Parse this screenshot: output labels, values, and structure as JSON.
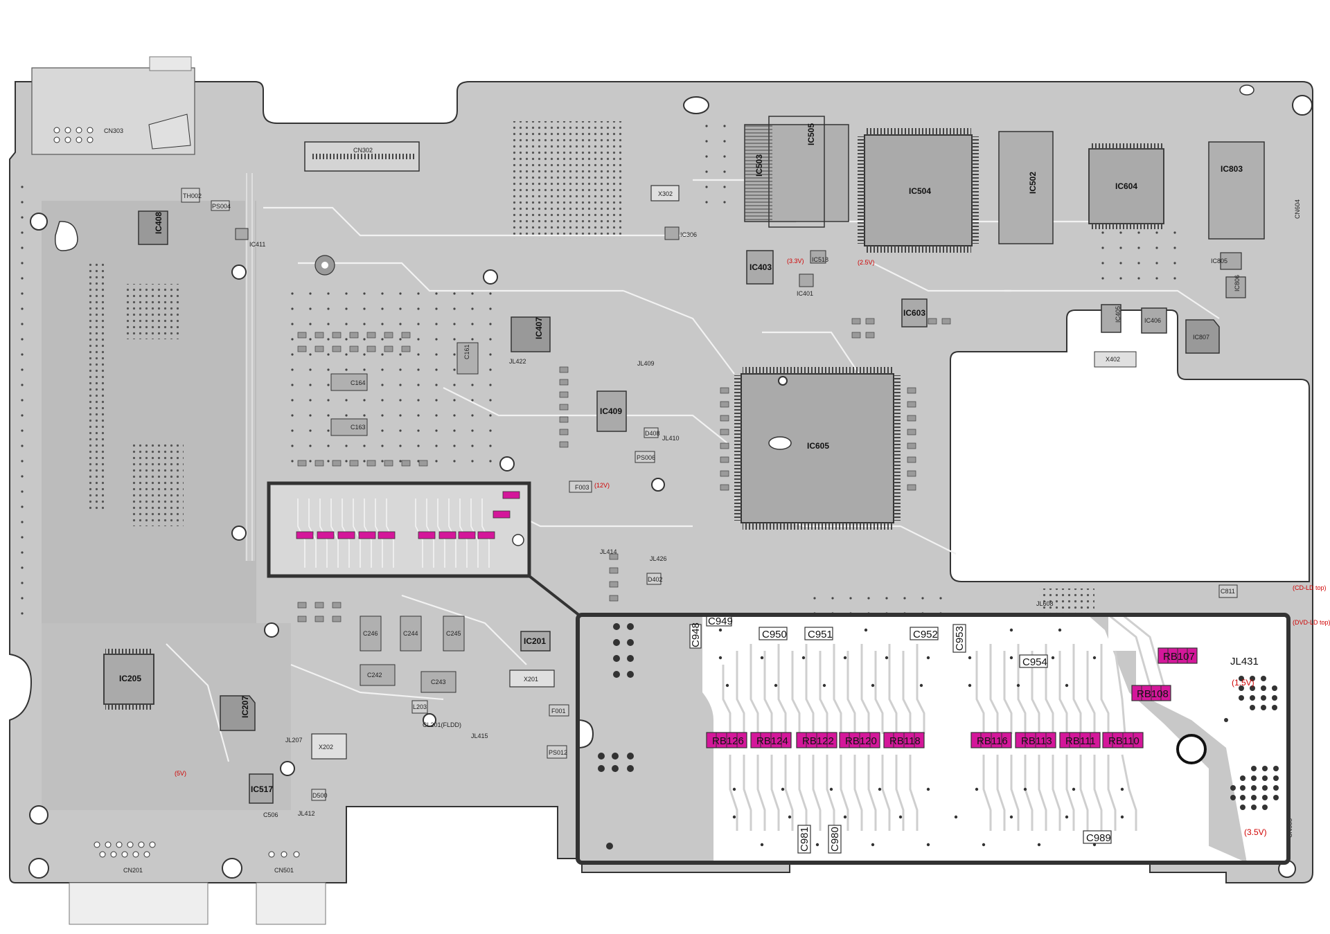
{
  "colors": {
    "board": "#c8c8c8",
    "board_dark": "#9c9c9c",
    "trace": "#f4f4f4",
    "outline": "#333333",
    "highlight": "#d4179a",
    "voltage": "#d00000",
    "zoom_bg": "#ffffff",
    "zoom_frame": "#333333"
  },
  "main_labels": {
    "connectors": [
      "CN303",
      "CN302",
      "CN201",
      "CN501",
      "CN603",
      "CN604"
    ],
    "ics": [
      "IC408",
      "IC411",
      "IC407",
      "IC409",
      "IC403",
      "IC401",
      "IC503",
      "IC505",
      "IC504",
      "IC502",
      "IC604",
      "IC803",
      "IC805",
      "IC806",
      "IC603",
      "IC605",
      "IC406",
      "IC405",
      "IC807",
      "IC205",
      "IC207",
      "IC201",
      "IC517",
      "IC306",
      "IC518"
    ],
    "parts": [
      "TH002",
      "PS004",
      "X302",
      "X202",
      "X201",
      "X402",
      "F003",
      "F001",
      "C164",
      "C163",
      "C161",
      "C246",
      "C244",
      "C245",
      "C242",
      "C243",
      "C811",
      "PS012",
      "PS006",
      "L203",
      "D402",
      "D408",
      "D500",
      "C506"
    ],
    "jumpers": [
      "JL431",
      "JL608",
      "JL426",
      "JL409",
      "JL410",
      "JL414",
      "JL415",
      "JL207",
      "JL412",
      "JL422"
    ],
    "voltages": [
      "(1.5V)",
      "(3.5V)",
      "(2.5V)",
      "(3.3V)",
      "(5V)",
      "(12V)",
      "(CD-LD top)",
      "(DVD-LD top)"
    ]
  },
  "inset": {
    "capacitors": [
      "C948",
      "C949",
      "C950",
      "C951",
      "C952",
      "C953",
      "C954",
      "C981",
      "C980",
      "C989"
    ],
    "jumper": "JL431",
    "voltage_top": "(1.5V)",
    "voltage_bottom": "(3.5V)",
    "resistor_banks_highlighted": [
      "RB126",
      "RB124",
      "RB122",
      "RB120",
      "RB118",
      "RB116",
      "RB113",
      "RB111",
      "RB110",
      "RB108",
      "RB107"
    ]
  }
}
